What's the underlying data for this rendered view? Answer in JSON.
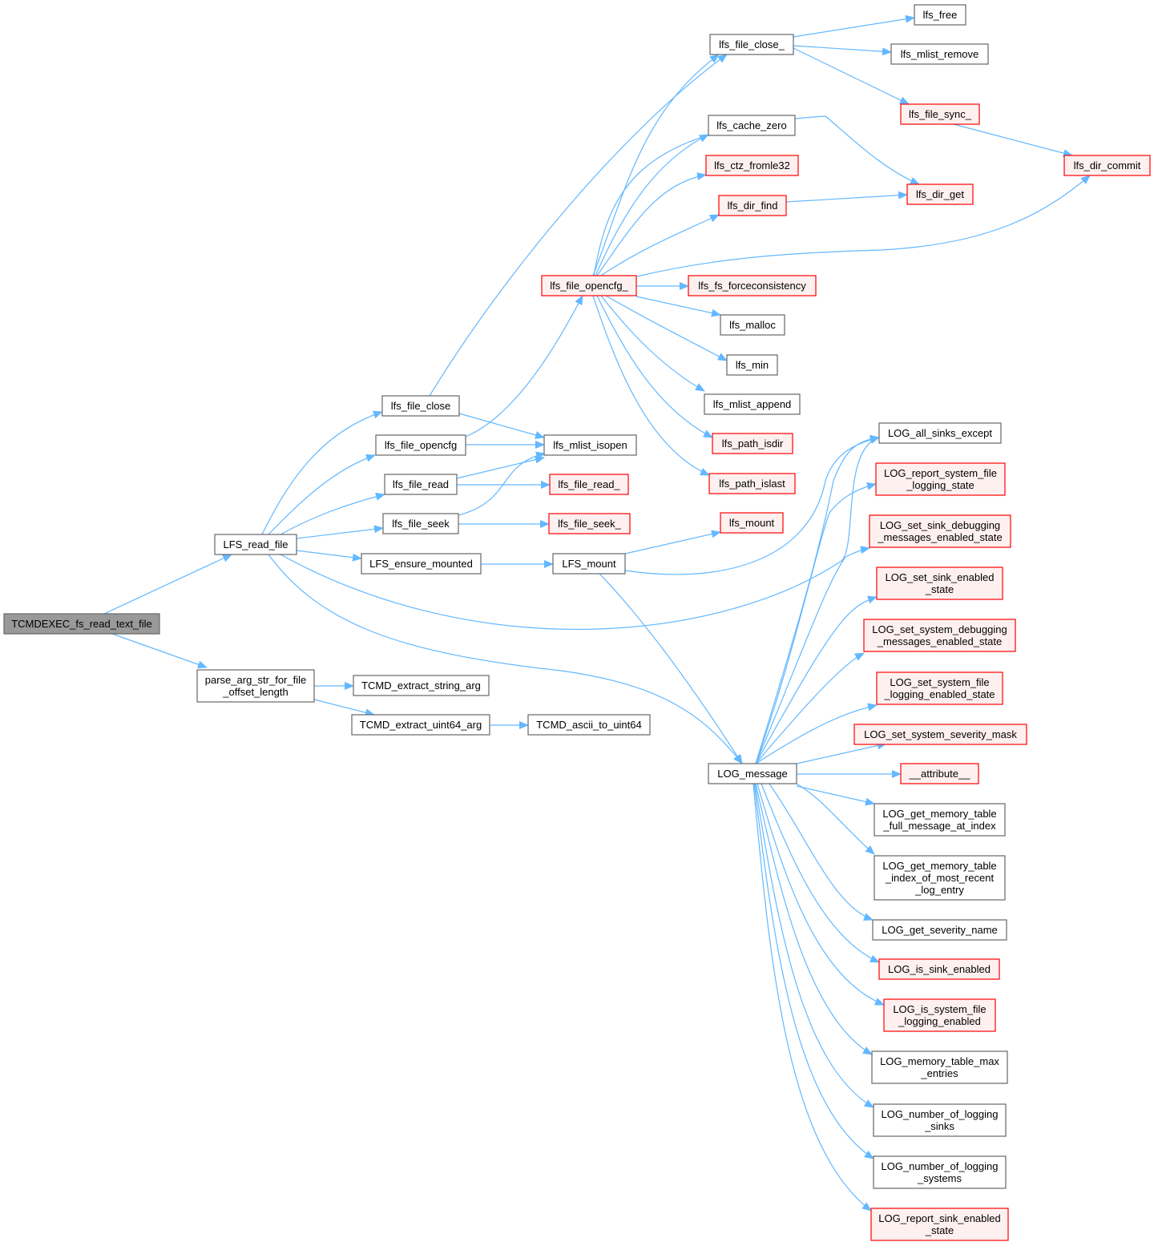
{
  "colors": {
    "edge": "#63b8ff",
    "normal_fill": "#ffffff",
    "normal_stroke": "#666666",
    "red_fill": "#fff0f0",
    "red_stroke": "#ff0000",
    "root_fill": "#999999",
    "root_stroke": "#666666"
  },
  "nodes": [
    {
      "id": "root",
      "lines": [
        "TCMDEXEC_fs_read_text_file"
      ],
      "kind": "root"
    },
    {
      "id": "lfs_read_file",
      "lines": [
        "LFS_read_file"
      ],
      "kind": "normal"
    },
    {
      "id": "parse_arg",
      "lines": [
        "parse_arg_str_for_file",
        "_offset_length"
      ],
      "kind": "normal"
    },
    {
      "id": "lfs_file_close",
      "lines": [
        "lfs_file_close"
      ],
      "kind": "normal"
    },
    {
      "id": "lfs_file_opencfg",
      "lines": [
        "lfs_file_opencfg"
      ],
      "kind": "normal"
    },
    {
      "id": "lfs_file_read",
      "lines": [
        "lfs_file_read"
      ],
      "kind": "normal"
    },
    {
      "id": "lfs_file_seek",
      "lines": [
        "lfs_file_seek"
      ],
      "kind": "normal"
    },
    {
      "id": "lfs_ensure_mounted",
      "lines": [
        "LFS_ensure_mounted"
      ],
      "kind": "normal"
    },
    {
      "id": "tcmd_extract_string_arg",
      "lines": [
        "TCMD_extract_string_arg"
      ],
      "kind": "normal"
    },
    {
      "id": "tcmd_extract_uint64_arg",
      "lines": [
        "TCMD_extract_uint64_arg"
      ],
      "kind": "normal"
    },
    {
      "id": "lfs_file_opencfg_",
      "lines": [
        "lfs_file_opencfg_"
      ],
      "kind": "red"
    },
    {
      "id": "lfs_mlist_isopen",
      "lines": [
        "lfs_mlist_isopen"
      ],
      "kind": "normal"
    },
    {
      "id": "lfs_file_read_",
      "lines": [
        "lfs_file_read_"
      ],
      "kind": "red"
    },
    {
      "id": "lfs_file_seek_",
      "lines": [
        "lfs_file_seek_"
      ],
      "kind": "red"
    },
    {
      "id": "lfs_mount_cap",
      "lines": [
        "LFS_mount"
      ],
      "kind": "normal"
    },
    {
      "id": "tcmd_ascii_to_uint64",
      "lines": [
        "TCMD_ascii_to_uint64"
      ],
      "kind": "normal"
    },
    {
      "id": "lfs_file_close_",
      "lines": [
        "lfs_file_close_"
      ],
      "kind": "normal"
    },
    {
      "id": "lfs_cache_zero",
      "lines": [
        "lfs_cache_zero"
      ],
      "kind": "normal"
    },
    {
      "id": "lfs_ctz_fromle32",
      "lines": [
        "lfs_ctz_fromle32"
      ],
      "kind": "red"
    },
    {
      "id": "lfs_dir_find",
      "lines": [
        "lfs_dir_find"
      ],
      "kind": "red"
    },
    {
      "id": "lfs_fs_forceconsistency",
      "lines": [
        "lfs_fs_forceconsistency"
      ],
      "kind": "red"
    },
    {
      "id": "lfs_malloc",
      "lines": [
        "lfs_malloc"
      ],
      "kind": "normal"
    },
    {
      "id": "lfs_min",
      "lines": [
        "lfs_min"
      ],
      "kind": "normal"
    },
    {
      "id": "lfs_mlist_append",
      "lines": [
        "lfs_mlist_append"
      ],
      "kind": "normal"
    },
    {
      "id": "lfs_path_isdir",
      "lines": [
        "lfs_path_isdir"
      ],
      "kind": "red"
    },
    {
      "id": "lfs_path_islast",
      "lines": [
        "lfs_path_islast"
      ],
      "kind": "red"
    },
    {
      "id": "lfs_mount",
      "lines": [
        "lfs_mount"
      ],
      "kind": "red"
    },
    {
      "id": "log_message",
      "lines": [
        "LOG_message"
      ],
      "kind": "normal"
    },
    {
      "id": "lfs_free",
      "lines": [
        "lfs_free"
      ],
      "kind": "normal"
    },
    {
      "id": "lfs_mlist_remove",
      "lines": [
        "lfs_mlist_remove"
      ],
      "kind": "normal"
    },
    {
      "id": "lfs_file_sync_",
      "lines": [
        "lfs_file_sync_"
      ],
      "kind": "red"
    },
    {
      "id": "lfs_dir_get",
      "lines": [
        "lfs_dir_get"
      ],
      "kind": "red"
    },
    {
      "id": "lfs_dir_commit",
      "lines": [
        "lfs_dir_commit"
      ],
      "kind": "red"
    },
    {
      "id": "log_all_sinks_except",
      "lines": [
        "LOG_all_sinks_except"
      ],
      "kind": "normal"
    },
    {
      "id": "log_report_system_file",
      "lines": [
        "LOG_report_system_file",
        "_logging_state"
      ],
      "kind": "red"
    },
    {
      "id": "log_set_sink_debugging",
      "lines": [
        "LOG_set_sink_debugging",
        "_messages_enabled_state"
      ],
      "kind": "red"
    },
    {
      "id": "log_set_sink_enabled",
      "lines": [
        "LOG_set_sink_enabled",
        "_state"
      ],
      "kind": "red"
    },
    {
      "id": "log_set_system_debugging",
      "lines": [
        "LOG_set_system_debugging",
        "_messages_enabled_state"
      ],
      "kind": "red"
    },
    {
      "id": "log_set_system_file",
      "lines": [
        "LOG_set_system_file",
        "_logging_enabled_state"
      ],
      "kind": "red"
    },
    {
      "id": "log_set_system_severity_mask",
      "lines": [
        "LOG_set_system_severity_mask"
      ],
      "kind": "red"
    },
    {
      "id": "attribute",
      "lines": [
        "__attribute__"
      ],
      "kind": "red"
    },
    {
      "id": "log_get_memory_table_full",
      "lines": [
        "LOG_get_memory_table",
        "_full_message_at_index"
      ],
      "kind": "normal"
    },
    {
      "id": "log_get_memory_table_index",
      "lines": [
        "LOG_get_memory_table",
        "_index_of_most_recent",
        "_log_entry"
      ],
      "kind": "normal"
    },
    {
      "id": "log_get_severity_name",
      "lines": [
        "LOG_get_severity_name"
      ],
      "kind": "normal"
    },
    {
      "id": "log_is_sink_enabled",
      "lines": [
        "LOG_is_sink_enabled"
      ],
      "kind": "red"
    },
    {
      "id": "log_is_system_file",
      "lines": [
        "LOG_is_system_file",
        "_logging_enabled"
      ],
      "kind": "red"
    },
    {
      "id": "log_memory_table_max",
      "lines": [
        "LOG_memory_table_max",
        "_entries"
      ],
      "kind": "normal"
    },
    {
      "id": "log_number_of_logging_sinks",
      "lines": [
        "LOG_number_of_logging",
        "_sinks"
      ],
      "kind": "normal"
    },
    {
      "id": "log_number_of_logging_systems",
      "lines": [
        "LOG_number_of_logging",
        "_systems"
      ],
      "kind": "normal"
    },
    {
      "id": "log_report_sink_enabled",
      "lines": [
        "LOG_report_sink_enabled",
        "_state"
      ],
      "kind": "red"
    }
  ]
}
